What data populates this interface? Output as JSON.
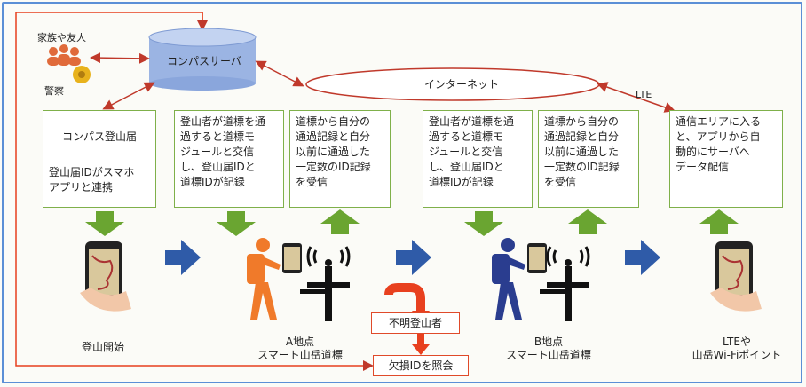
{
  "top": {
    "server_label": "コンパスサーバ",
    "internet_label": "インターネット",
    "lte_label": "LTE",
    "family_label": "家族や友人",
    "police_label": "警察"
  },
  "boxes": [
    {
      "title": "コンパス登山届",
      "text": "登山届IDがスマホ\nアプリと連携"
    },
    {
      "text": "登山者が道標を通\n過すると道標モ\nジュールと交信\nし、登山届IDと\n道標IDが記録"
    },
    {
      "text": "道標から自分の\n通過記録と自分\n以前に通過した\n一定数のID記録\nを受信"
    },
    {
      "text": "登山者が道標を通\n過すると道標モ\nジュールと交信\nし、登山届IDと\n道標IDが記録"
    },
    {
      "text": "道標から自分の\n通過記録と自分\n以前に通過した\n一定数のID記録\nを受信"
    },
    {
      "text": "通信エリアに入る\nと、アプリから自\n動的にサーバへ\nデータ配信"
    }
  ],
  "captions": {
    "start": "登山開始",
    "point_a": "A地点\nスマート山岳道標",
    "point_b": "B地点\nスマート山岳道標",
    "lte_point": "LTEや\n山岳Wi-Fiポイント"
  },
  "red": {
    "unknown": "不明登山者",
    "query": "欠損IDを照会"
  },
  "colors": {
    "border": "#5b8fd6",
    "green": "#6aa531",
    "blue_arrow": "#2f5ba8",
    "red": "#e8401f",
    "orange_hiker": "#f07a2a",
    "navy_hiker": "#2a3d8f"
  }
}
